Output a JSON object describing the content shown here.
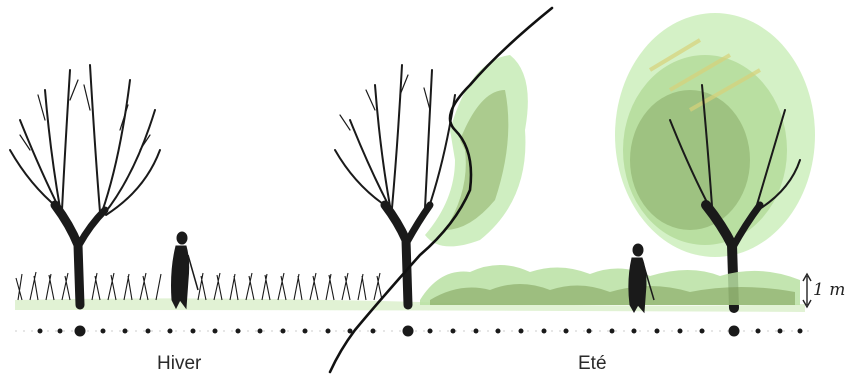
{
  "labels": {
    "winter": "Hiver",
    "summer": "Eté",
    "hedge_height": "1 m"
  },
  "colors": {
    "ink": "#1a1a1a",
    "foliage_light": "#cfeec0",
    "foliage_mid": "#a8d98f",
    "foliage_dark": "#5f7f3c",
    "foliage_yellow": "#d8d27a",
    "ground": "#c8e6b4"
  }
}
